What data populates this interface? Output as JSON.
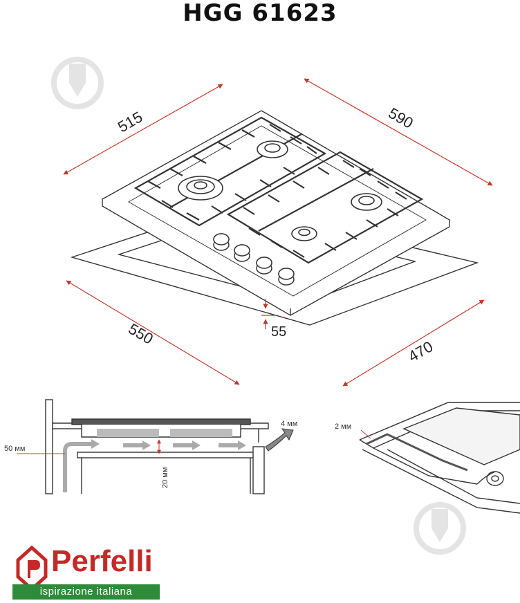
{
  "title": "HGG 61623",
  "dimensions": {
    "depth_top": "515",
    "width_top": "590",
    "cutout_width": "550",
    "cutout_depth": "470",
    "height": "55"
  },
  "install": {
    "wall_gap": "50 мм",
    "air_gap": "20 мм",
    "vent_gap": "4 мм",
    "seal": "2 мм"
  },
  "brand": {
    "name": "Perfelli",
    "slogan": "ispirazione italiana",
    "color": "#c62828",
    "slogan_bg": "#2e8b3a"
  },
  "colors": {
    "dimension_line": "#c0392b",
    "outline": "#333333",
    "watermark": "#e6e6e6"
  }
}
